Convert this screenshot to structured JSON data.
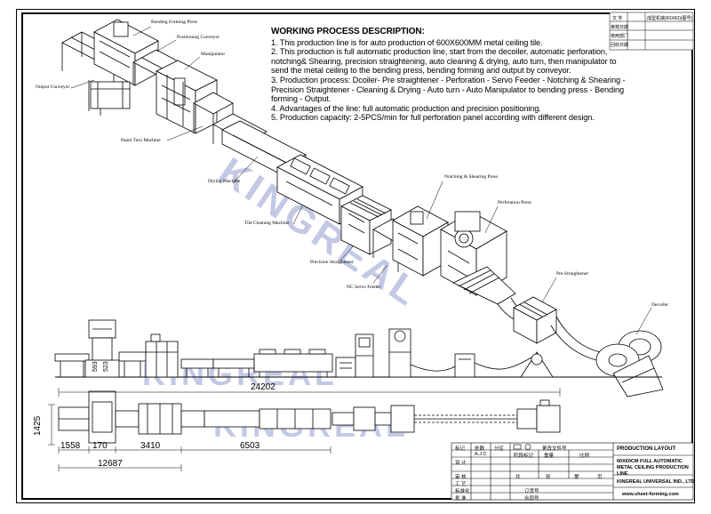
{
  "description": {
    "heading": "WORKING PROCESS DESCRIPTION:",
    "paragraphs": [
      "1. This production line is for auto production of 600X600MM metal ceiling tile.",
      "2. This production is full automatic production line, start from the decoiler, automatic perforation, notching& Shearing, precision straightening, auto cleaning & drying, auto turn, then manipulator to send the metal ceiling to the bending press, bending forming and output by conveyor.",
      "3. Production process: Dcoiler- Pre straightener - Perforation - Servo Feeder - Notching & Shearing - Precision Straightener - Cleaning & Drying - Auto turn - Auto Manipulator to bending press - Bending forming - Output.",
      "4. Advantages of the line: full automatic production and precision positioning.",
      "5. Production capacity: 2-5PCS/min for full perforation panel according with different design."
    ]
  },
  "labels": {
    "bending_forming_press": "Bending Forming Press",
    "positioning_conveyor": "Positioning Conveyor",
    "manipulator": "Manipulator",
    "output_conveyor": "Output Conveyor",
    "panel_turn_machine": "Panel Turn Machine",
    "drying_machine": "Drying Machine",
    "tile_cleaning_machine": "Tile Cleaning Machine",
    "precision_straightener": "Precision Straightener",
    "nc_servo_feeder": "NC Servo Feeder",
    "notching_shearing_press": "Notching & Shearing Press",
    "perforation_press": "Perforation Press",
    "pre_straightener": "Pre-Straightener",
    "decoiler": "Decoiler"
  },
  "dimensions": {
    "overall_length": "24202",
    "height": "1425",
    "seg_1558": "1558",
    "seg_170": "170",
    "seg_3410": "3410",
    "seg_6503": "6503",
    "total_12687": "12687",
    "v_593": "593",
    "v_523": "523"
  },
  "watermark": "KINGREAL",
  "title_block": {
    "header_left": "标记",
    "header_mid": "处数",
    "header_a": "分区",
    "header_b": "更改文件号",
    "row_design": "设 计",
    "row_check": "审 核",
    "row_process": "工 艺",
    "row_standard": "标准化",
    "row_approve": "批 准",
    "designer": "A.J.C",
    "stage_mark": "阶段标记",
    "weight": "重量",
    "scale": "比例",
    "sheets_total": "共",
    "sheet_unit": "张",
    "sheet_no": "第",
    "page_unit": "页",
    "order_no": "订货号",
    "contract_no": "合同号",
    "title": "PRODUCTION LAYOUT",
    "product": "60X60CM FULL AUTOMATIC METAL CEILING PRODUCTION LINE",
    "company": "KINGREAL UNIVERSAL IND., LTD",
    "website": "www.sheet-forming.com"
  },
  "stamp": {
    "r1": "文 件",
    "r1v": "成型机械(60X60)(图号)",
    "r2": "审核日期",
    "r3": "使用部门",
    "r4": "回收日期"
  }
}
